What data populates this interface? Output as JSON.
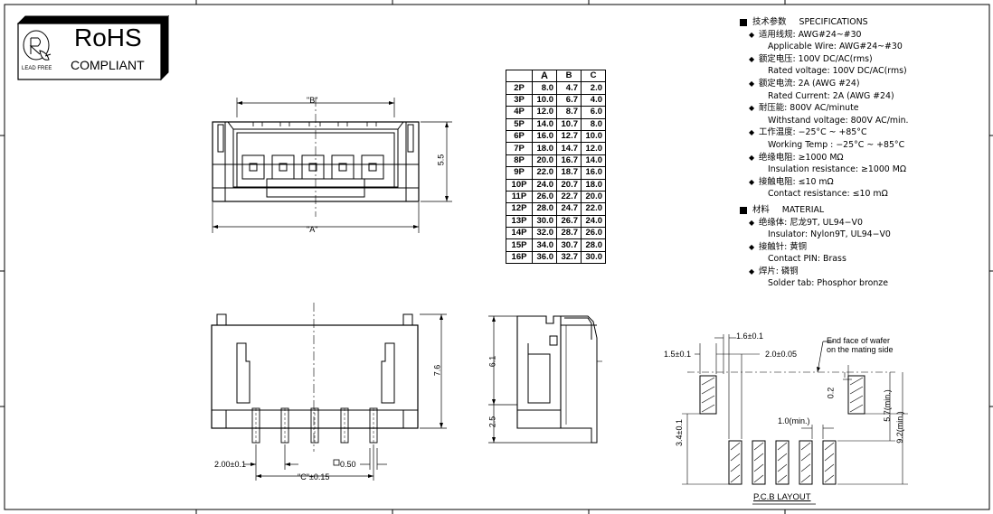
{
  "badge": {
    "title": "RoHS",
    "subtitle": "COMPLIANT",
    "lead_free": "LEAD FREE"
  },
  "labels": {
    "dim_b": "\"B\"",
    "dim_a": "\"A\"",
    "dim_c": "\"C\"±0.15",
    "h55": "5.5",
    "h76": "7.6",
    "h61": "6.1",
    "h25": "2.5",
    "pitch": "2.00±0.1",
    "pin": "0.50",
    "pcb_16": "1.6±0.1",
    "pcb_15": "1.5±0.1",
    "pcb_20": "2.0±0.05",
    "pcb_02": "0.2",
    "pcb_10": "1.0(min.)",
    "pcb_34": "3.4±0.1",
    "pcb_57": "5.7(min.)",
    "pcb_92": "9.2(min.)",
    "end_face_1": "End face of wafer",
    "end_face_2": "on the mating side",
    "pcb_title": "P.C.B LAYOUT"
  },
  "table": {
    "headers": [
      "A",
      "B",
      "C"
    ],
    "rows": [
      {
        "p": "2P",
        "a": "8.0",
        "b": "4.7",
        "c": "2.0"
      },
      {
        "p": "3P",
        "a": "10.0",
        "b": "6.7",
        "c": "4.0"
      },
      {
        "p": "4P",
        "a": "12.0",
        "b": "8.7",
        "c": "6.0"
      },
      {
        "p": "5P",
        "a": "14.0",
        "b": "10.7",
        "c": "8.0"
      },
      {
        "p": "6P",
        "a": "16.0",
        "b": "12.7",
        "c": "10.0"
      },
      {
        "p": "7P",
        "a": "18.0",
        "b": "14.7",
        "c": "12.0"
      },
      {
        "p": "8P",
        "a": "20.0",
        "b": "16.7",
        "c": "14.0"
      },
      {
        "p": "9P",
        "a": "22.0",
        "b": "18.7",
        "c": "16.0"
      },
      {
        "p": "10P",
        "a": "24.0",
        "b": "20.7",
        "c": "18.0"
      },
      {
        "p": "11P",
        "a": "26.0",
        "b": "22.7",
        "c": "20.0"
      },
      {
        "p": "12P",
        "a": "28.0",
        "b": "24.7",
        "c": "22.0"
      },
      {
        "p": "13P",
        "a": "30.0",
        "b": "26.7",
        "c": "24.0"
      },
      {
        "p": "14P",
        "a": "32.0",
        "b": "28.7",
        "c": "26.0"
      },
      {
        "p": "15P",
        "a": "34.0",
        "b": "30.7",
        "c": "28.0"
      },
      {
        "p": "16P",
        "a": "36.0",
        "b": "32.7",
        "c": "30.0"
      }
    ]
  },
  "specs": {
    "heading_cn": "技术参数",
    "heading_en": "SPECIFICATIONS",
    "items": [
      {
        "cn": "适用线规:  AWG#24~#30",
        "en": "Applicable Wire:  AWG#24~#30"
      },
      {
        "cn": "额定电压:  100V DC/AC(rms)",
        "en": "Rated voltage: 100V DC/AC(rms)"
      },
      {
        "cn": "额定电流:  2A (AWG #24)",
        "en": "Rated Current: 2A (AWG #24)"
      },
      {
        "cn": "耐压能:  800V AC/minute",
        "en": "Withstand voltage: 800V AC/min."
      },
      {
        "cn": "工作温度:  −25°C ~ +85°C",
        "en": "Working Temp : −25°C ~ +85°C"
      },
      {
        "cn": "绝缘电阻:    ≥1000 MΩ",
        "en": "Insulation resistance:  ≥1000 MΩ"
      },
      {
        "cn": "接触电阻:   ≤10 mΩ",
        "en": "Contact resistance:  ≤10 mΩ"
      }
    ],
    "material_cn": "材料",
    "material_en": "MATERIAL",
    "materials": [
      {
        "cn": "绝缘体:  尼龙9T,  UL94−V0",
        "en": "Insulator:  Nylon9T,  UL94−V0"
      },
      {
        "cn": "接触针:  黄铜",
        "en": "Contact PIN:  Brass"
      },
      {
        "cn": "焊片:  磷铜",
        "en": "Solder tab:  Phosphor bronze"
      }
    ]
  }
}
